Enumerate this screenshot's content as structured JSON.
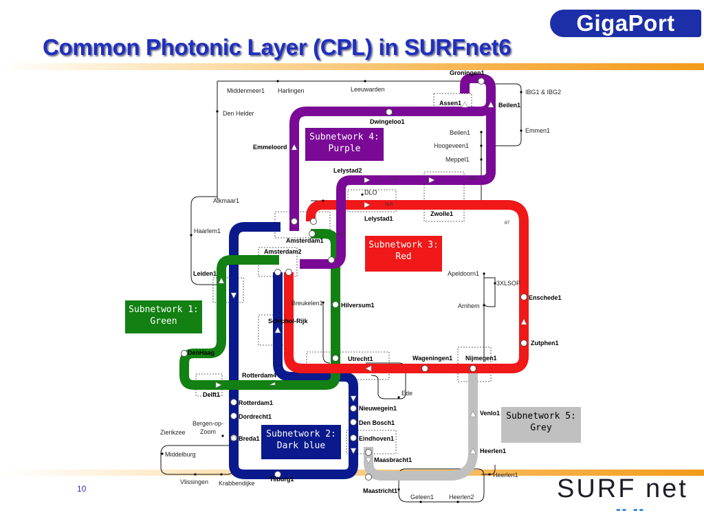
{
  "title": "Common Photonic Layer (CPL) in SURFnet6",
  "logo_top": "GigaPort",
  "logo_bottom": "SURF net",
  "page_number": "10",
  "colors": {
    "green": "#128012",
    "darkblue": "#0a1a8c",
    "red": "#f01818",
    "purple": "#7a0a96",
    "grey": "#c0c0c0",
    "title": "#1f2fc0"
  },
  "subnetworks": [
    {
      "line1": "Subnetwork 1:",
      "line2": "Green"
    },
    {
      "line1": "Subnetwork 2:",
      "line2": "Dark blue"
    },
    {
      "line1": "Subnetwork 3:",
      "line2": "Red"
    },
    {
      "line1": "Subnetwork 4:",
      "line2": "Purple"
    },
    {
      "line1": "Subnetwork 5:",
      "line2": "Grey"
    }
  ],
  "stations": {
    "groningen": "Groningen1",
    "assen": "Assen1",
    "beilen_b": "Beilen1",
    "dwingeloo": "Dwingeloo1",
    "emmeloord": "Emmeloord",
    "lelystad2": "Lelystad2",
    "lelystad1": "Lelystad1",
    "zwolle": "Zwolle1",
    "amsterdam1": "Amsterdam1",
    "amsterdam2": "Amsterdam2",
    "leiden": "Leiden1",
    "hilversum": "Hilversum1",
    "schiphol": "Schiphol-Rijk",
    "utrecht": "Utrecht1",
    "wageningen": "Wageningen1",
    "nijmegen": "Nijmegen1",
    "enschede": "Enschede1",
    "zutphen": "Zutphen1",
    "denhaag": "DenHaag",
    "delft": "Delft1",
    "rotterdam4": "Rotterdam4",
    "rotterdam1": "Rotterdam1",
    "dordrecht": "Dordrecht1",
    "breda": "Breda1",
    "tilburg": "Tilburg1",
    "nieuwegein": "Nieuwegein1",
    "denbosch": "Den Bosch1",
    "eindhoven": "Eindhoven1",
    "venlo": "Venlo1",
    "heerlen_b": "Heerlen1",
    "maasbracht": "Maasbracht1",
    "maastricht": "Maastricht1"
  },
  "places": {
    "middenmeer": "Middenmeer1",
    "harlingen": "Harlingen",
    "leeuwarden": "Leeuwarden",
    "denhelder": "Den Helder",
    "ibg": "IBG1 & IBG2",
    "beilen": "Beilen1",
    "emmen": "Emmen1",
    "hoogeveen": "Hoogeveen1",
    "meppel": "Meppel1",
    "alkmaar": "Alkmaar1",
    "haarlem": "Haarlem1",
    "dlo": "DLO",
    "apeldoorn": "Apeldoorn1",
    "xlsop": "3XLSOP",
    "arnhem": "Arnhem",
    "breukelen": "Breukelen1",
    "ede": "Ede",
    "bergen": "Bergen-op-",
    "zoom": "Zoom",
    "zierikzee": "Zierikzee",
    "middelburg": "Middelburg",
    "vlissingen": "Vlissingen",
    "krabbendijke": "Krabbendijke",
    "heerlen": "Heerlen1",
    "geleen": "Geleen1",
    "heerlen2": "Heerlen2"
  },
  "small_marks": {
    "bt1": "BT",
    "bt2": "BT",
    "bt3": "BT",
    "nlr": "NLR",
    "kpn": "KPN"
  }
}
